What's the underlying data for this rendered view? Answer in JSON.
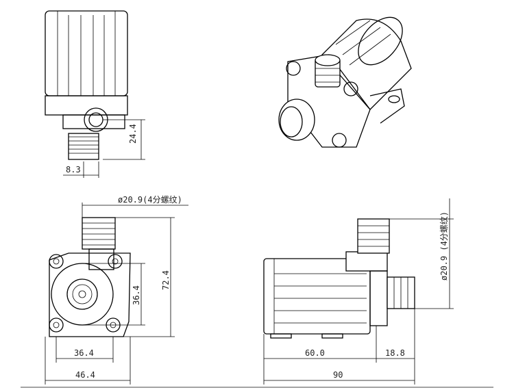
{
  "dimensions": {
    "top_front_height": "24.4",
    "top_front_thread_offset": "8.3",
    "front_thread_diameter": "ø20.9(4分螺纹)",
    "front_total_height": "72.4",
    "front_center_height": "36.4",
    "front_mount_width": "36.4",
    "front_total_width": "46.4",
    "side_body_length": "60.0",
    "side_outlet_length": "18.8",
    "side_total_length": "90",
    "side_thread_diameter": "ø20.9 (4分螺纹)"
  }
}
